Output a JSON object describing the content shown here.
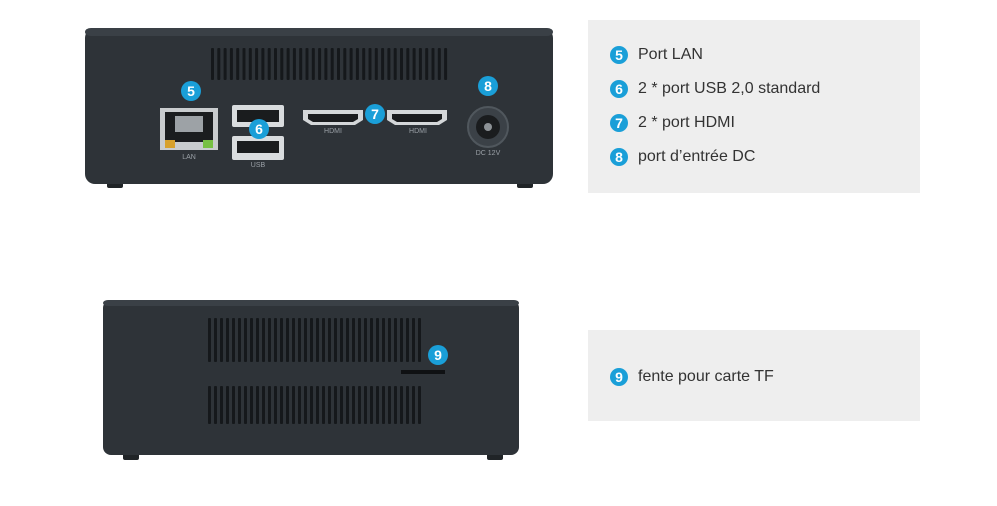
{
  "back_view": {
    "badges": [
      "5",
      "6",
      "7",
      "8"
    ],
    "port_labels": {
      "lan": "LAN",
      "usb": "USB",
      "hdmi1": "HDMI",
      "hdmi2": "HDMI",
      "dc": "DC 12V"
    }
  },
  "side_view": {
    "badges": [
      "9"
    ]
  },
  "legend_top": [
    {
      "number": "5",
      "text": "Port LAN"
    },
    {
      "number": "6",
      "text": "2 * port USB 2,0 standard"
    },
    {
      "number": "7",
      "text": "2 * port HDMI"
    },
    {
      "number": "8",
      "text": "port d’entrée DC"
    }
  ],
  "legend_bottom": [
    {
      "number": "9",
      "text": "fente pour carte TF"
    }
  ],
  "colors": {
    "badge": "#1a9fd8",
    "device_body": "#2d3237",
    "panel_bg": "#eeeeee",
    "text": "#333333"
  }
}
